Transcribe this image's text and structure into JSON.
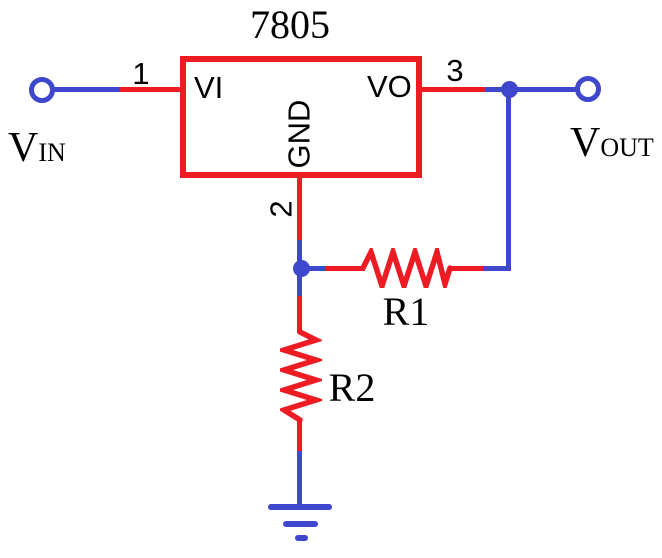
{
  "colors": {
    "wire_red": "#ED1C24",
    "wire_blue": "#3F48CC",
    "text": "#000000",
    "background": "#FFFFFF"
  },
  "regulator": {
    "title": "7805",
    "input_pin_label": "VI",
    "output_pin_label": "VO",
    "ground_pin_label": "GND",
    "pin_numbers": {
      "input": "1",
      "ground": "2",
      "output": "3"
    }
  },
  "terminals": {
    "input": {
      "main": "V",
      "sub": "IN"
    },
    "output": {
      "main": "V",
      "sub": "OUT"
    }
  },
  "resistors": {
    "r1": "R1",
    "r2": "R2"
  }
}
